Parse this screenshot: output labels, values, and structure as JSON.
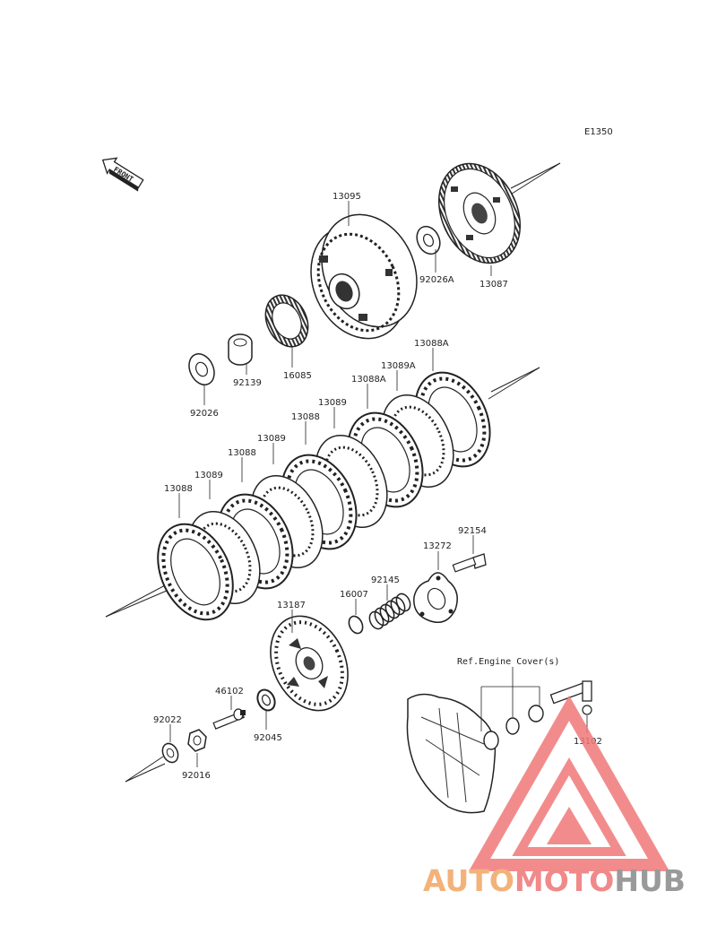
{
  "diagram": {
    "code": "E1350",
    "front_label": "FRONT",
    "ref_label": "Ref.Engine Cover(s)",
    "parts": [
      {
        "id": "13095"
      },
      {
        "id": "92026A"
      },
      {
        "id": "13087"
      },
      {
        "id": "16085"
      },
      {
        "id": "92139"
      },
      {
        "id": "92026"
      },
      {
        "id": "13088A"
      },
      {
        "id": "13089A"
      },
      {
        "id": "13088A"
      },
      {
        "id": "13089"
      },
      {
        "id": "13088"
      },
      {
        "id": "13089"
      },
      {
        "id": "13088"
      },
      {
        "id": "13089"
      },
      {
        "id": "13088"
      },
      {
        "id": "92154"
      },
      {
        "id": "13272"
      },
      {
        "id": "92145"
      },
      {
        "id": "16007"
      },
      {
        "id": "13187"
      },
      {
        "id": "46102"
      },
      {
        "id": "92045"
      },
      {
        "id": "92022"
      },
      {
        "id": "92016"
      },
      {
        "id": "13102"
      }
    ]
  },
  "watermark": {
    "part1": "AUTO",
    "part2": "MOTO",
    "part3": "HUB",
    "colors": {
      "part1": "#f3b27a",
      "part2": "#f08a8a",
      "part3": "#9a9a9a",
      "triangle": "#f07878"
    }
  }
}
